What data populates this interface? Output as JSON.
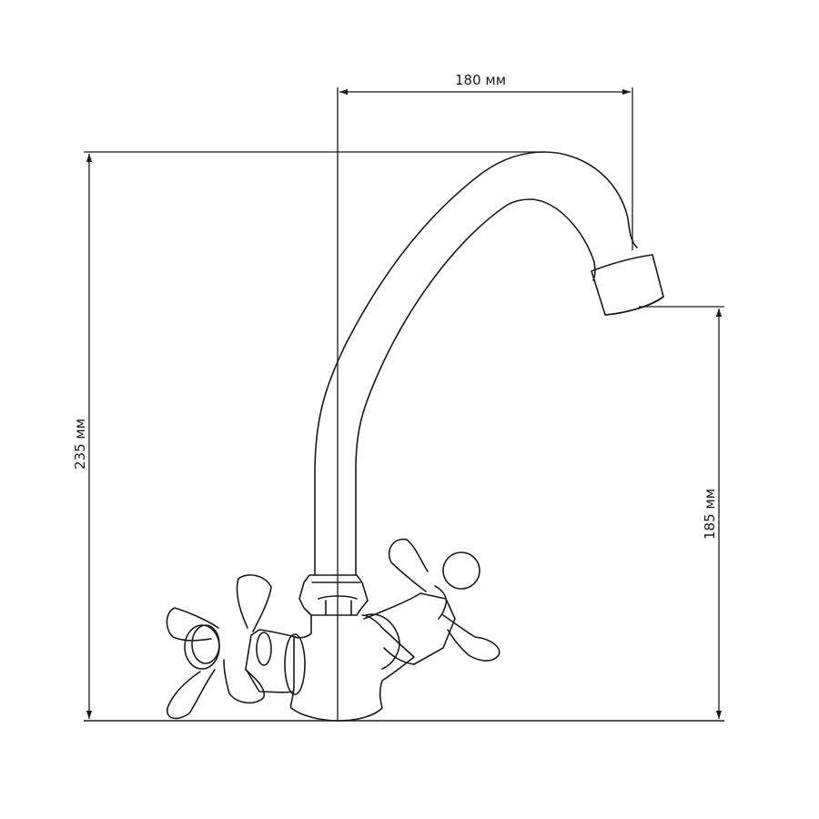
{
  "drawing": {
    "subject": "kitchen faucet with two cross handles",
    "line_color": "#1a1a1a",
    "background": "#ffffff"
  },
  "dimensions": {
    "spout_reach": {
      "label": "180 мм",
      "value": 180,
      "unit": "мм"
    },
    "total_height": {
      "label": "235 мм",
      "value": 235,
      "unit": "мм"
    },
    "spout_outlet_height": {
      "label": "185 мм",
      "value": 185,
      "unit": "мм"
    }
  }
}
